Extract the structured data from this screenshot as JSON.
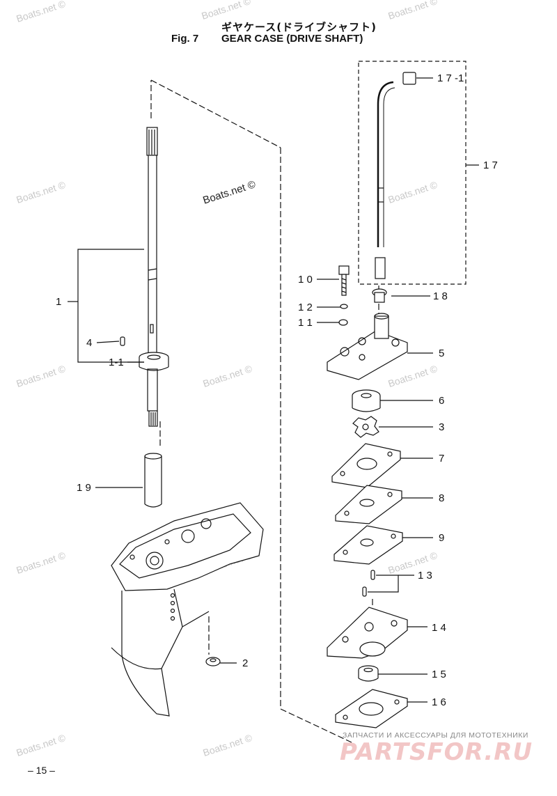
{
  "header": {
    "title_jp": "ギヤケース(ドライブシャフト)",
    "fig_label": "Fig. 7",
    "title_en": "GEAR CASE (DRIVE SHAFT)"
  },
  "watermark": {
    "text": "Boats.net ©"
  },
  "callouts": [
    {
      "id": "1",
      "label": "1"
    },
    {
      "id": "1-1",
      "label": "1-1"
    },
    {
      "id": "2",
      "label": "2"
    },
    {
      "id": "3",
      "label": "3"
    },
    {
      "id": "4",
      "label": "4"
    },
    {
      "id": "5",
      "label": "5"
    },
    {
      "id": "6",
      "label": "6"
    },
    {
      "id": "7",
      "label": "7"
    },
    {
      "id": "8",
      "label": "8"
    },
    {
      "id": "9",
      "label": "9"
    },
    {
      "id": "10",
      "label": "1 0"
    },
    {
      "id": "11",
      "label": "1 1"
    },
    {
      "id": "12",
      "label": "1 2"
    },
    {
      "id": "13",
      "label": "1 3"
    },
    {
      "id": "14",
      "label": "1 4"
    },
    {
      "id": "15",
      "label": "1 5"
    },
    {
      "id": "16",
      "label": "1 6"
    },
    {
      "id": "17",
      "label": "1 7"
    },
    {
      "id": "17-1",
      "label": "1 7 -1"
    },
    {
      "id": "18",
      "label": "1 8"
    },
    {
      "id": "19",
      "label": "1 9"
    }
  ],
  "footer": {
    "page_number": "– 15 –",
    "brand_subtitle": "ЗАПЧАСТИ И АКСЕССУАРЫ ДЛЯ МОТОТЕХНИКИ",
    "brand_name": "PARTSFOR.RU"
  },
  "colors": {
    "ink": "#111111",
    "watermark": "#c8c8c8",
    "brand": "#f2c6c6"
  }
}
